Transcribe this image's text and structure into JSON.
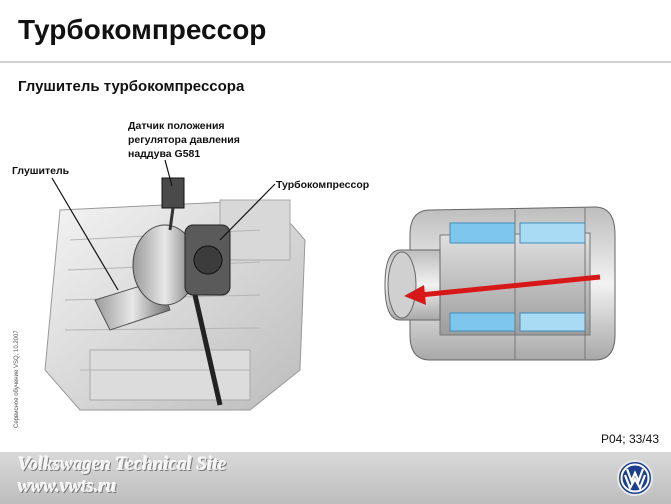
{
  "header": {
    "title": "Турбокомпрессор"
  },
  "subtitle": "Глушитель турбокомпрессора",
  "callouts": {
    "sensor": "Датчик положения регулятора давления наддува G581",
    "muffler": "Глушитель",
    "turbo": "Турбокомпрессор"
  },
  "side_credit": "Сервисное обучение VSQ, 10.2007",
  "page_number": "P04; 33/43",
  "footer": {
    "line1": "Volkswagen Technical Site",
    "line2": "www.vwts.ru"
  },
  "colors": {
    "arrow": "#d81818",
    "liner": "#7fc6ec",
    "metal": "#c8c8c8"
  }
}
